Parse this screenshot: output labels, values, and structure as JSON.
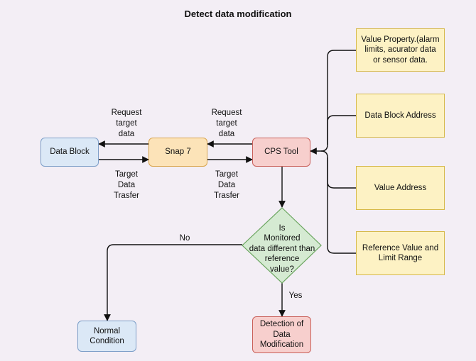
{
  "title": "Detect data modification",
  "nodes": {
    "data_block": "Data Block",
    "snap7": "Snap 7",
    "cps_tool": "CPS Tool",
    "decision": "Is\nMonitored\ndata different than\nreference\nvalue?",
    "normal": "Normal\nCondition",
    "detection": "Detection of\nData\nModification",
    "value_property": "Value Property.(alarm\nlimits, acurator data\nor sensor data.",
    "data_block_address": "Data Block Address",
    "value_address": "Value Address",
    "reference_value": "Reference Value and\nLimit Range"
  },
  "edge_labels": {
    "request_left": "Request\ntarget\ndata",
    "request_right": "Request\ntarget\ndata",
    "transfer_left": "Target\nData\nTrasfer",
    "transfer_right": "Target\nData\nTrasfer",
    "no": "No",
    "yes": "Yes"
  }
}
